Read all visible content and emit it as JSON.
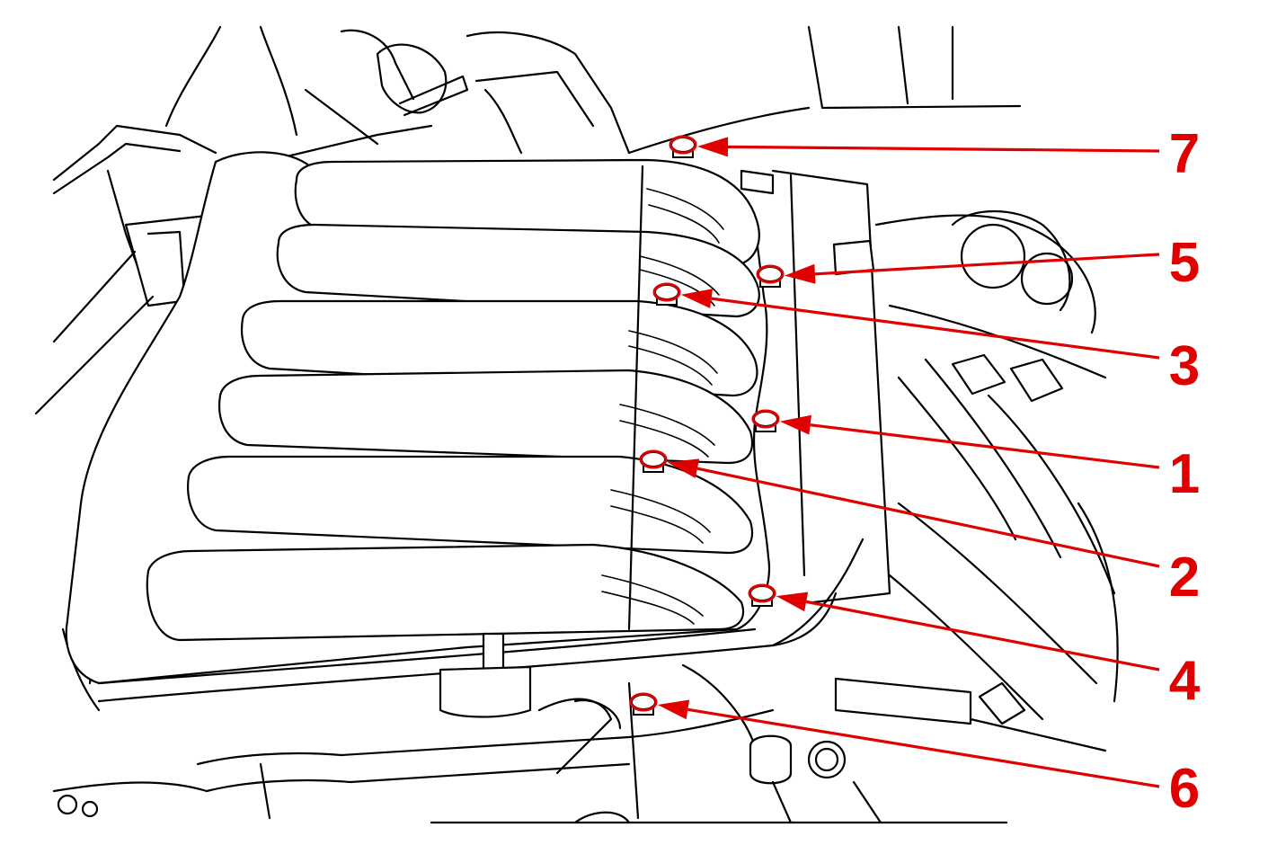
{
  "colors": {
    "callout": "#e00000",
    "line_art": "#000000",
    "background": "#ffffff"
  },
  "callouts": [
    {
      "label": "7"
    },
    {
      "label": "5"
    },
    {
      "label": "3"
    },
    {
      "label": "1"
    },
    {
      "label": "2"
    },
    {
      "label": "4"
    },
    {
      "label": "6"
    }
  ]
}
